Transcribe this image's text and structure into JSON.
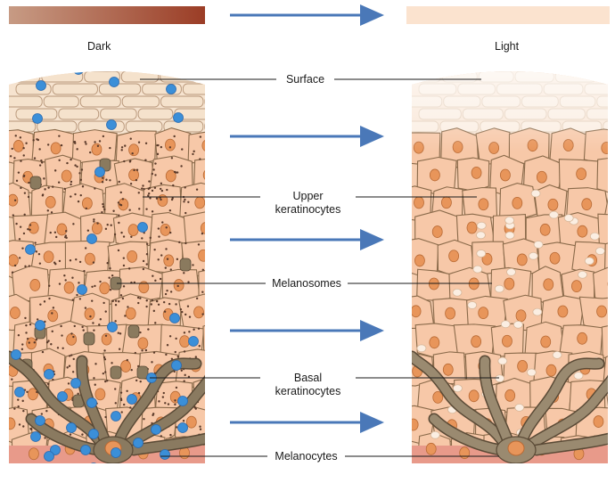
{
  "columns": {
    "dark": {
      "title": "Dark",
      "gradient": [
        "#c79b84",
        "#9b3d26"
      ]
    },
    "light": {
      "title": "Light",
      "gradient": [
        "#fbe3cf",
        "#fbe3cf"
      ]
    }
  },
  "labels": {
    "surface": "Surface",
    "upper_line1": "Upper",
    "upper_line2": "keratinocytes",
    "melanosomes": "Melanosomes",
    "basal_line1": "Basal",
    "basal_line2": "keratinocytes",
    "melanocytes": "Melanocytes"
  },
  "colors": {
    "arrow": "#4a78b8",
    "cell_fill": "#f7c8a8",
    "cell_outline": "#8a6a4a",
    "nucleus": "#e8955a",
    "melanin_blue": "#3b8fd8",
    "melanocyte": "#8a7a60",
    "dermis": "#e89a8a"
  },
  "arrow_count": 5
}
